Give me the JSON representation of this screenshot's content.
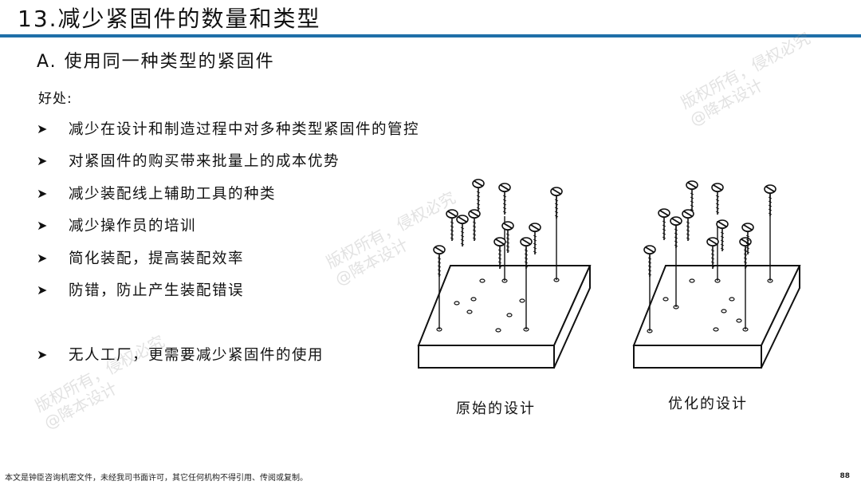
{
  "header": {
    "title": "13.减少紧固件的数量和类型",
    "accent_color": "#1f6fa8"
  },
  "section": {
    "heading": "A.  使用同一种类型的紧固件"
  },
  "benefits": {
    "label": "好处:",
    "bullet_icon": "arrow-bullet-icon",
    "items": [
      "减少在设计和制造过程中对多种类型紧固件的管控",
      "对紧固件的购买带来批量上的成本优势",
      "减少装配线上辅助工具的种类",
      "减少操作员的培训",
      "简化装配，提高装配效率",
      "防错，防止产生装配错误"
    ],
    "extra_item": "无人工厂，更需要减少紧固件的使用"
  },
  "figure": {
    "captions": {
      "original": "原始的设计",
      "optimized": "优化的设计"
    },
    "icons": [
      "screw-icon",
      "bolt-icon",
      "mounting-block-icon"
    ]
  },
  "watermark": {
    "line1": "版权所有，侵权必究",
    "line2": "@降本设计"
  },
  "footer": {
    "notice": "本文是钟臣咨询机密文件，未经我司书面许可，其它任何机构不得引用、传阅或复制。",
    "page_number": "88"
  }
}
